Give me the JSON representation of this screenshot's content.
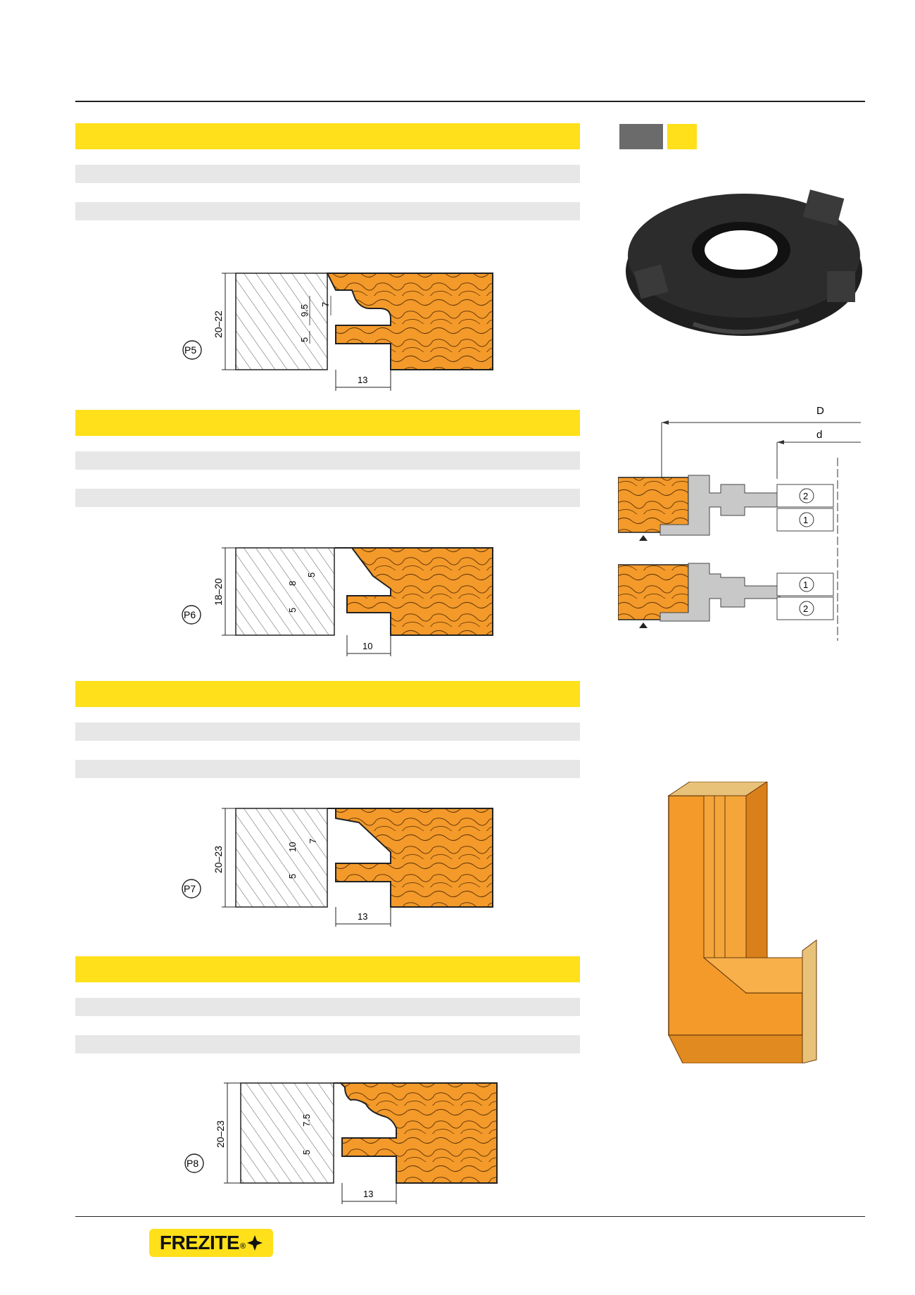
{
  "colors": {
    "accent_yellow": "#ffe01a",
    "row_grey": "#e7e7e7",
    "wood_orange": "#f39a2a",
    "tool_grey": "#c8c8c8",
    "swatch_dark": "#6b6b6b"
  },
  "profiles": [
    {
      "label": "P5",
      "thickness": "20–22",
      "dims": [
        "9.5",
        "7",
        "5"
      ],
      "width": "13"
    },
    {
      "label": "P6",
      "thickness": "18–20",
      "dims": [
        "8",
        "5",
        "5"
      ],
      "width": "10"
    },
    {
      "label": "P7",
      "thickness": "20–23",
      "dims": [
        "10",
        "7",
        "5"
      ],
      "width": "13"
    },
    {
      "label": "P8",
      "thickness": "20–23",
      "dims": [
        "7.5",
        "5"
      ],
      "width": "13"
    }
  ],
  "tool_diagram": {
    "outer_label": "D",
    "inner_label": "d",
    "positions": [
      "2",
      "1",
      "1",
      "2"
    ]
  },
  "icons": [
    "cutter-tool-image",
    "window-frame-illustration"
  ],
  "footer": {
    "brand": "FREZITE",
    "reg": "®"
  }
}
